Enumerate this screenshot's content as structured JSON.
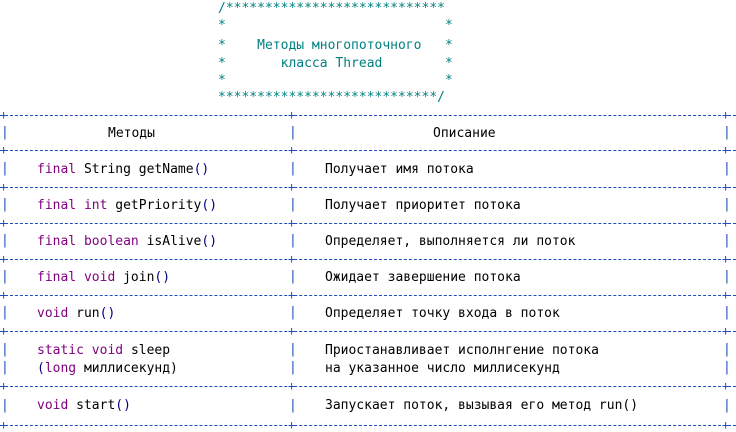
{
  "comment": {
    "line1": "/****************************",
    "line2": "*                            *",
    "line3": "*    Методы многопоточного   *",
    "line4": "*       класса Thread        *",
    "line5": "*                            *",
    "line6": "****************************/"
  },
  "table": {
    "headers": [
      "Методы",
      "Описание"
    ],
    "rows": [
      {
        "mod": "final",
        "type": "String",
        "name": "getName",
        "args": "()",
        "desc": [
          "Получает имя потока"
        ]
      },
      {
        "mod": "final",
        "type": "int",
        "name": "getPriority",
        "args": "()",
        "desc": [
          "Получает приоритет потока"
        ]
      },
      {
        "mod": "final",
        "type": "boolean",
        "name": "isAlive",
        "args": "()",
        "desc": [
          "Определяет, выполняется ли поток"
        ]
      },
      {
        "mod": "final",
        "type": "void",
        "name": "join",
        "args": "()",
        "desc": [
          "Ожидает завершение потока"
        ]
      },
      {
        "mod": "",
        "type": "void",
        "name": "run",
        "args": "()",
        "desc": [
          "Определяет точку входа в поток"
        ]
      },
      {
        "mod": "static",
        "type": "void",
        "name": "sleep",
        "args": "",
        "line2_open": "(",
        "line2_kw": "long",
        "line2_rest": " миллисекунд)",
        "desc": [
          "Приостанавливает исполнгение потока",
          "на указанное число миллисекунд"
        ]
      },
      {
        "mod": "",
        "type": "void",
        "name": "start",
        "args": "()",
        "desc": [
          "Запускает поток, вызывая его метод run()"
        ]
      }
    ]
  }
}
